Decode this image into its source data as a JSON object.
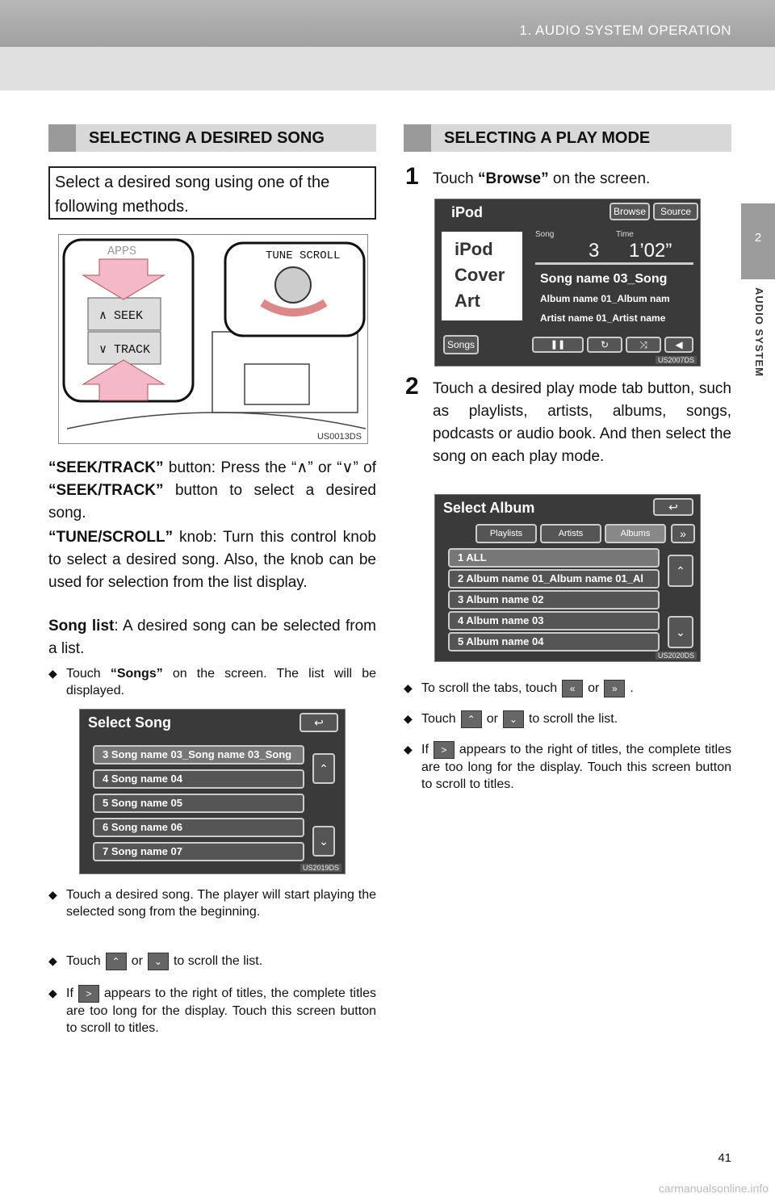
{
  "header": {
    "section": "1. AUDIO SYSTEM OPERATION"
  },
  "sidetab": {
    "number": "2",
    "label": "AUDIO SYSTEM"
  },
  "left": {
    "heading": "SELECTING A DESIRED SONG",
    "intro": "Select a desired song using one of the following methods.",
    "fig1": {
      "apps": "APPS",
      "seek": "∧ SEEK",
      "track": "∨ TRACK",
      "tune": "TUNE SCROLL",
      "code": "US0013DS"
    },
    "seek_label": "“SEEK/TRACK”",
    "seek_text_a": " button: Press the “∧” or “∨” of ",
    "seek_label2": "“SEEK/TRACK”",
    "seek_text_b": " button to select a desired song.",
    "tune_label": "“TUNE/SCROLL”",
    "tune_text": " knob: Turn this control knob to select a desired song. Also, the knob can be used for selection from the list display.",
    "songlist_label": "Song list",
    "songlist_text": ": A desired song can be selected from a list.",
    "bullet1_a": "Touch ",
    "bullet1_b": "“Songs”",
    "bullet1_c": " on the screen. The list will be displayed.",
    "fig2": {
      "title": "Select Song",
      "rows": [
        "3  Song name 03_Song name 03_Song",
        "4  Song name 04",
        "5  Song name 05",
        "6  Song name 06",
        "7  Song name 07"
      ],
      "code": "US2019DS"
    },
    "bullet2": "Touch a desired song. The player will start playing the selected song from the beginning.",
    "bullet3_a": "Touch",
    "bullet3_b": "or",
    "bullet3_c": "to scroll the list.",
    "bullet4_a": "If",
    "bullet4_b": "appears to the right of titles, the complete titles are too long for the display. Touch this screen button to scroll to titles."
  },
  "right": {
    "heading": "SELECTING A PLAY MODE",
    "step1_num": "1",
    "step1_a": "Touch ",
    "step1_b": "“Browse”",
    "step1_c": " on the screen.",
    "fig3": {
      "ipod": "iPod",
      "browse": "Browse",
      "source": "Source",
      "song_lbl": "Song",
      "time_lbl": "Time",
      "song_no": "3",
      "time": "1’02”",
      "cover": "iPod Cover Art",
      "song_name": "Song name 03_Song",
      "album": "Album name 01_Album nam",
      "artist": "Artist name 01_Artist name",
      "songs_btn": "Songs",
      "code": "US2007DS"
    },
    "step2_num": "2",
    "step2": "Touch a desired play mode tab button, such as playlists, artists, albums, songs, podcasts or audio book. And then select the song on each play mode.",
    "fig4": {
      "title": "Select Album",
      "tabs": [
        "Playlists",
        "Artists",
        "Albums"
      ],
      "rows": [
        "1  ALL",
        "2  Album name 01_Album name 01_Al",
        "3  Album name 02",
        "4  Album name 03",
        "5  Album name 04"
      ],
      "code": "US2020DS"
    },
    "bullet1_a": "To scroll the tabs, touch",
    "bullet1_b": "or",
    "bullet2_a": "Touch",
    "bullet2_b": "or",
    "bullet2_c": "to scroll the list.",
    "bullet3_a": "If",
    "bullet3_b": "appears to the right of titles, the complete titles are too long for the display. Touch this screen button to scroll to titles."
  },
  "page_number": "41",
  "watermark": "carmanualsonline.info"
}
